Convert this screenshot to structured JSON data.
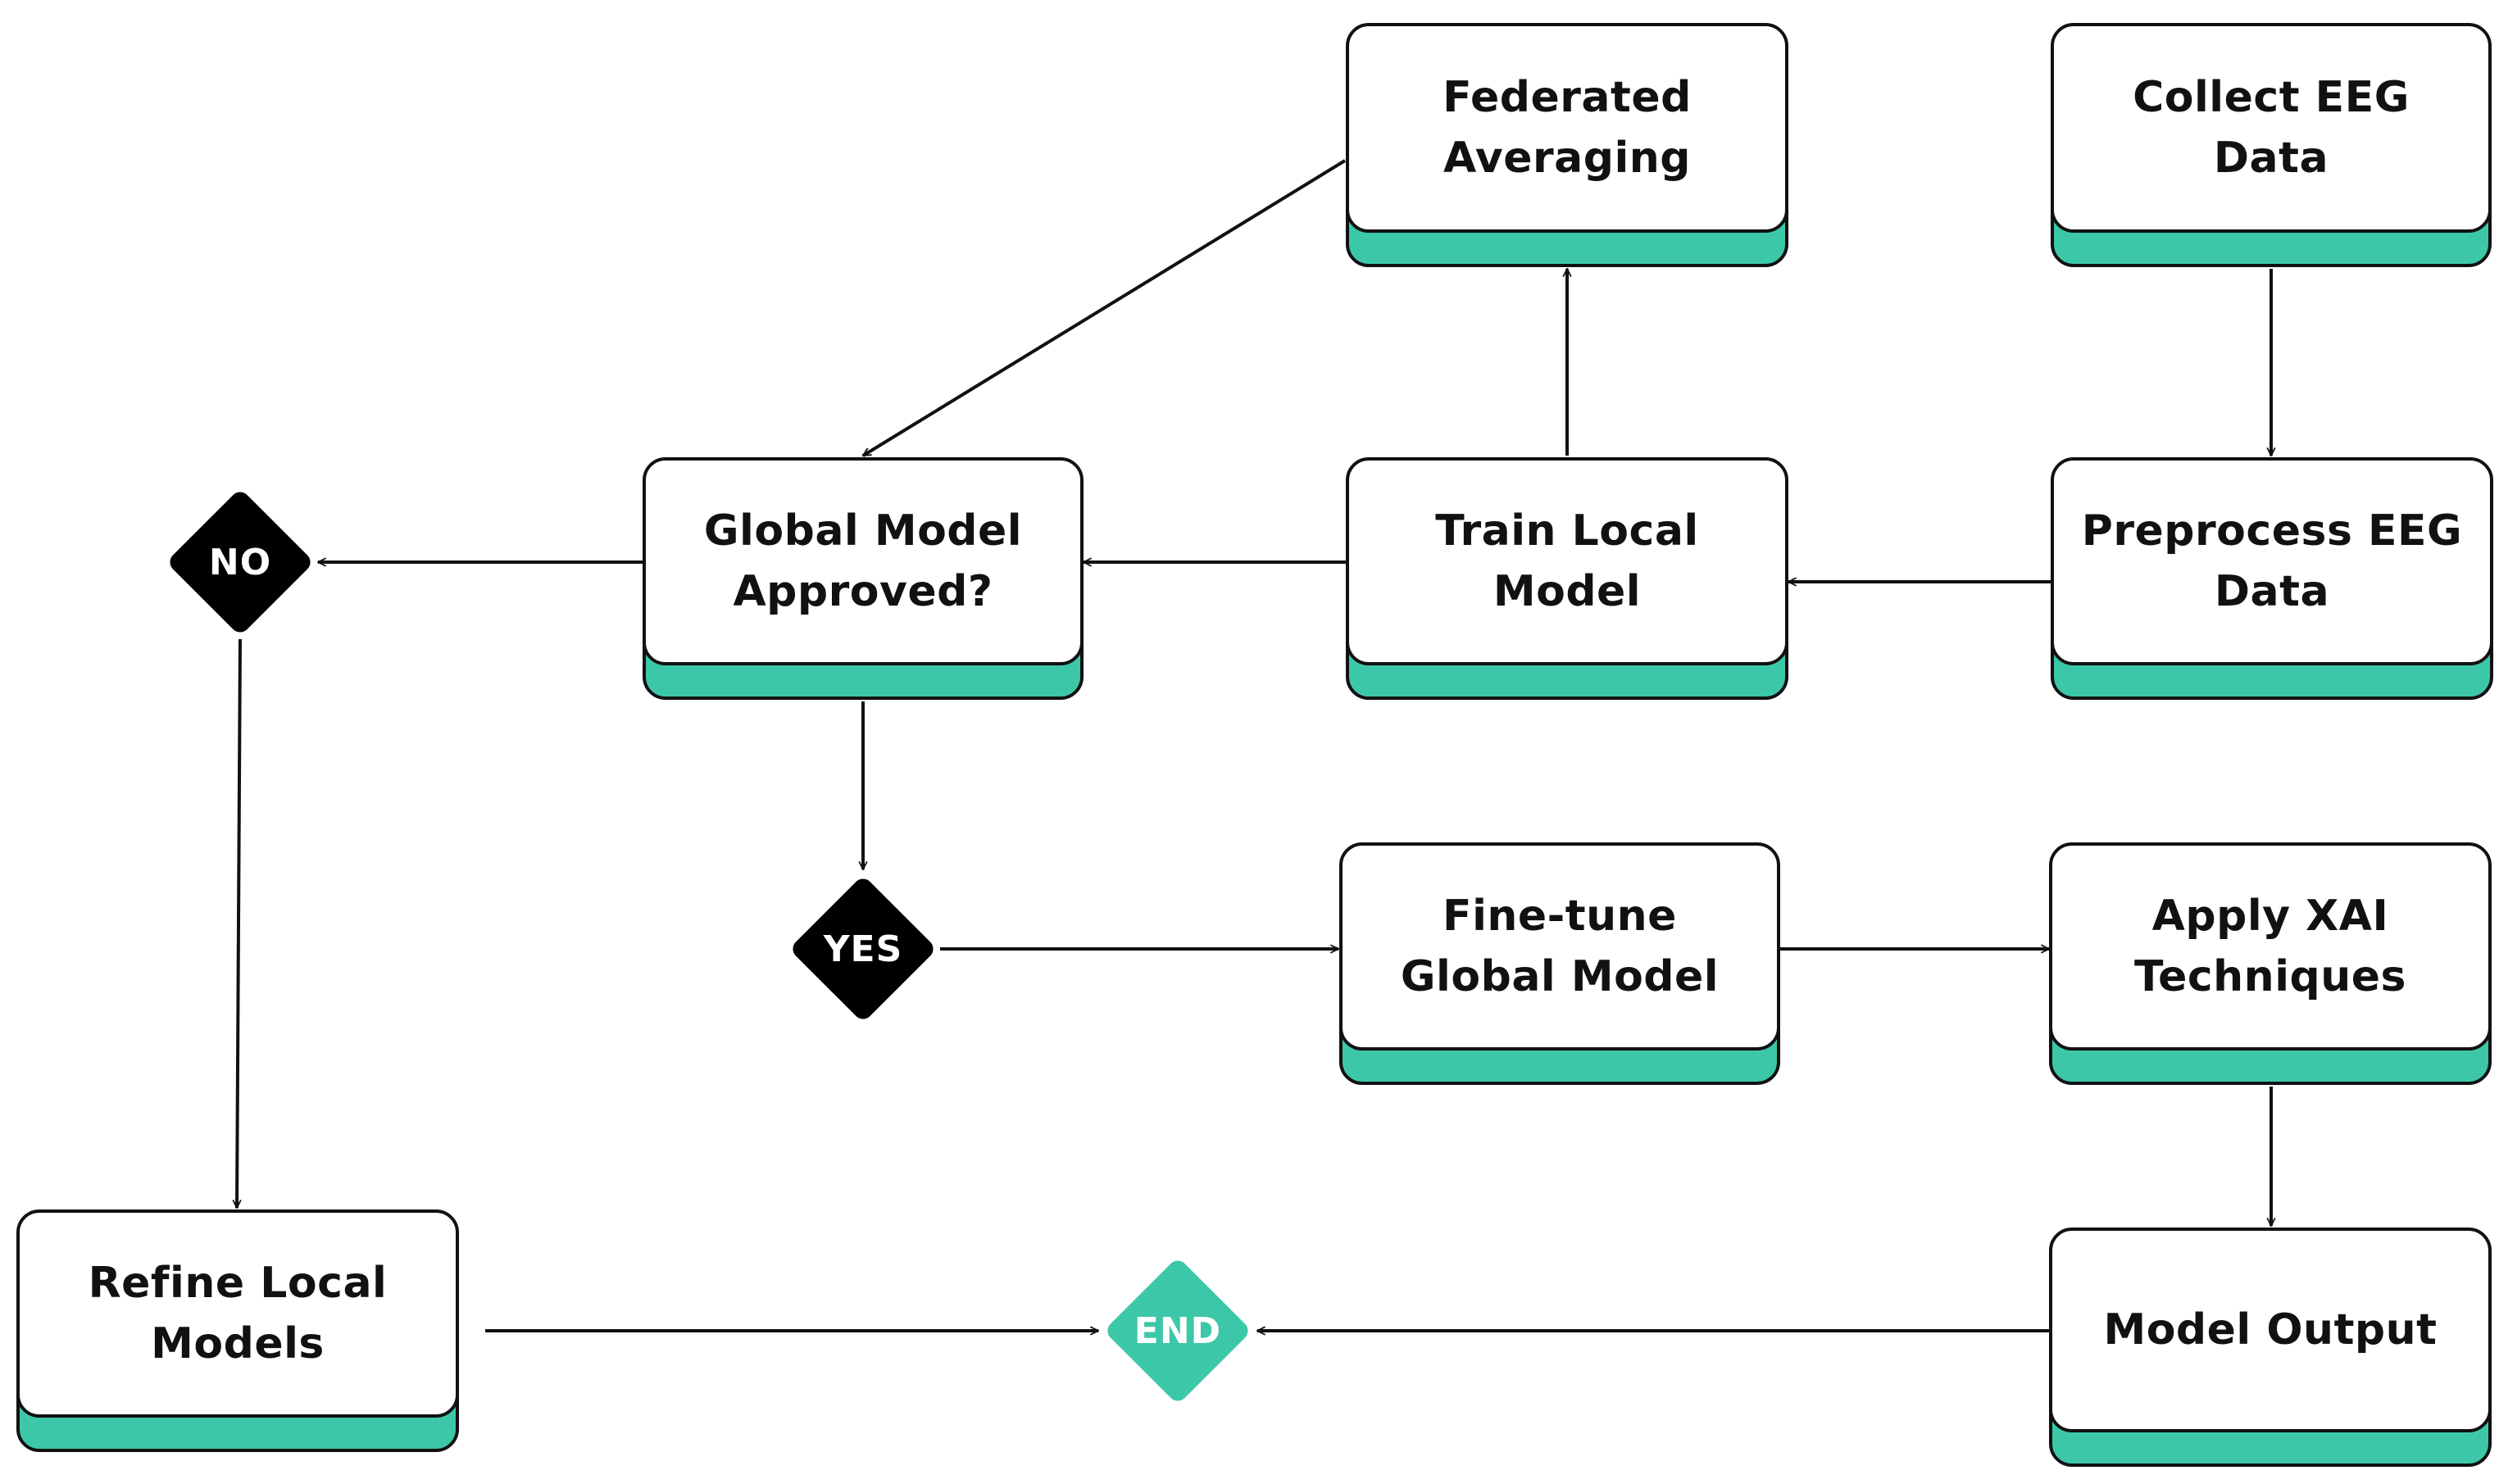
{
  "colors": {
    "accent": "#3cc8a8",
    "stroke": "#111111",
    "box_fill": "#ffffff",
    "decision_fill": "#000000",
    "end_fill": "#3cc8a8"
  },
  "nodes": {
    "federated_averaging": "Federated\nAveraging",
    "collect_eeg_data": "Collect EEG\nData",
    "global_model_approved": "Global Model\nApproved?",
    "train_local_model": "Train Local\nModel",
    "preprocess_eeg_data": "Preprocess EEG\nData",
    "fine_tune_global_model": "Fine-tune\nGlobal Model",
    "apply_xai_techniques": "Apply XAI\nTechniques",
    "refine_local_models": "Refine Local\nModels",
    "model_output": "Model Output"
  },
  "decisions": {
    "no": "NO",
    "yes": "YES",
    "end": "END"
  },
  "edges": [
    {
      "from": "collect_eeg_data",
      "to": "preprocess_eeg_data"
    },
    {
      "from": "preprocess_eeg_data",
      "to": "train_local_model"
    },
    {
      "from": "train_local_model",
      "to": "federated_averaging"
    },
    {
      "from": "federated_averaging",
      "to": "global_model_approved"
    },
    {
      "from": "train_local_model",
      "to": "global_model_approved"
    },
    {
      "from": "global_model_approved",
      "to": "no"
    },
    {
      "from": "global_model_approved",
      "to": "yes"
    },
    {
      "from": "no",
      "to": "refine_local_models"
    },
    {
      "from": "yes",
      "to": "fine_tune_global_model"
    },
    {
      "from": "fine_tune_global_model",
      "to": "apply_xai_techniques"
    },
    {
      "from": "apply_xai_techniques",
      "to": "model_output"
    },
    {
      "from": "model_output",
      "to": "end"
    },
    {
      "from": "refine_local_models",
      "to": "end"
    }
  ]
}
